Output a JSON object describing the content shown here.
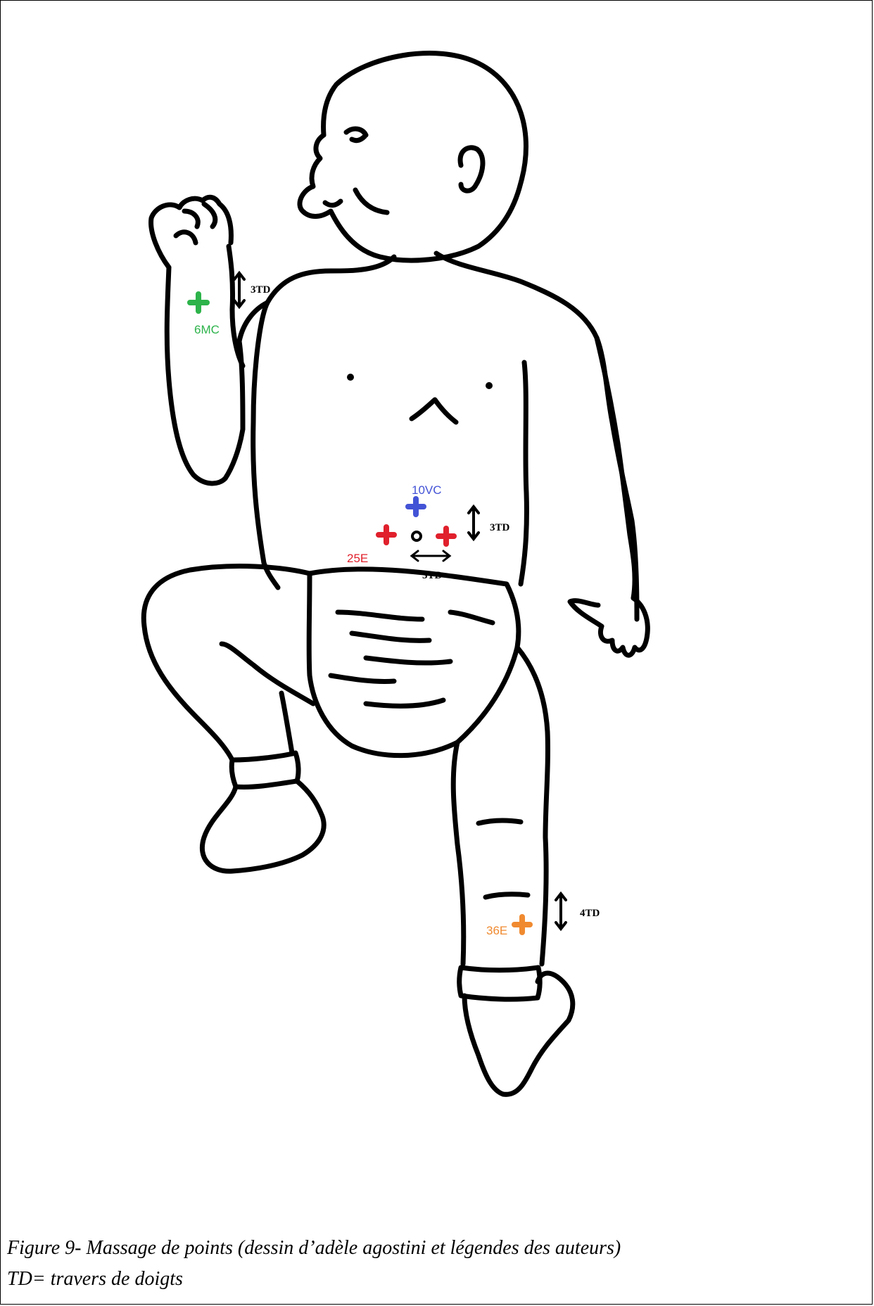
{
  "figure": {
    "points": [
      {
        "id": "6MC",
        "label": "6MC",
        "color": "#2db34a"
      },
      {
        "id": "10VC",
        "label": "10VC",
        "color": "#4353d6"
      },
      {
        "id": "25E",
        "label": "25E",
        "color": "#e0202c"
      },
      {
        "id": "36E",
        "label": "36E",
        "color": "#f08a30"
      }
    ],
    "measures": {
      "wrist": "3TD",
      "abdomen_vertical": "3TD",
      "abdomen_horizontal": "3TD",
      "leg": "4TD"
    }
  },
  "caption": {
    "line1": "Figure 9- Massage de points (dessin d’adèle agostini et légendes des auteurs)",
    "line2": " TD= travers de doigts"
  }
}
